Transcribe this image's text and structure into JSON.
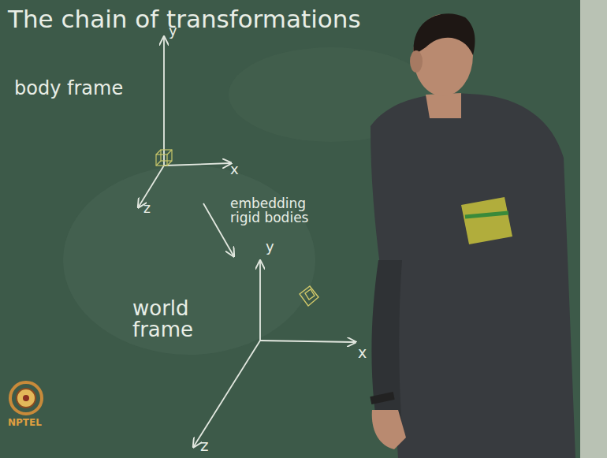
{
  "diagram": {
    "title": "The chain of transformations",
    "labels": [
      "body frame",
      "y",
      "x",
      "z",
      "embedding rigid bodies",
      "y",
      "x",
      "z",
      "world frame",
      "NPTEL"
    ]
  }
}
